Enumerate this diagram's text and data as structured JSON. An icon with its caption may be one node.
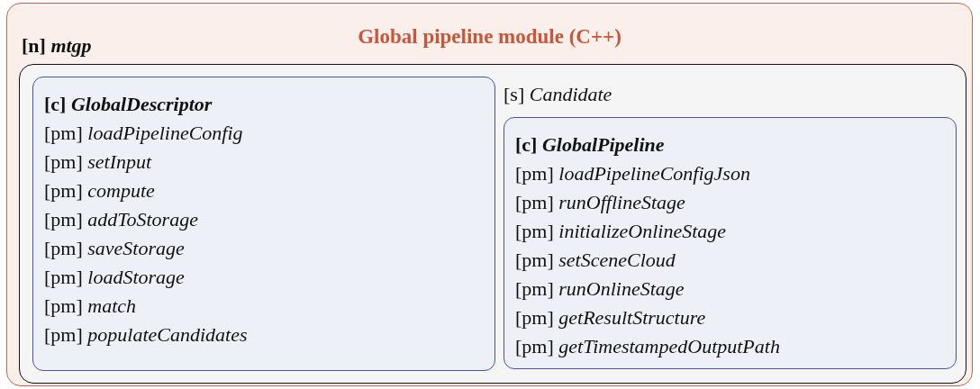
{
  "diagram": {
    "nodes": [
      {
        "text": [
          "Global pipeline module (C++)"
        ]
      },
      {
        "text": [
          "[n] *mtgp*"
        ],
        "in": 0
      },
      {
        "text": [
          "[c] *GlobalDescriptor*",
          "[pm] *loadPipelineConfig*",
          "[pm] *setInput*",
          "[pm] *compute*",
          "[pm] *addToStorage*",
          "[pm] *saveStorage*",
          "[pm] *loadStorage*",
          "[pm] *match*",
          "[pm] *populateCandidates*"
        ],
        "in": 1
      },
      {
        "text": [
          "[c] *GlobalPipeline*",
          "[pm] *loadPipelineConfigJson*",
          "[pm] *runOfflineStage*",
          "[pm] *initializeOnlineStage*",
          "[pm] *setSceneCloud*",
          "[pm] *runOnlineStage*",
          "[pm] *getResultStructure*",
          "[pm] *getTimestampedOutputPath*"
        ],
        "in": 1
      }
    ],
    "labels": [
      "[s] *Candidate*"
    ]
  }
}
